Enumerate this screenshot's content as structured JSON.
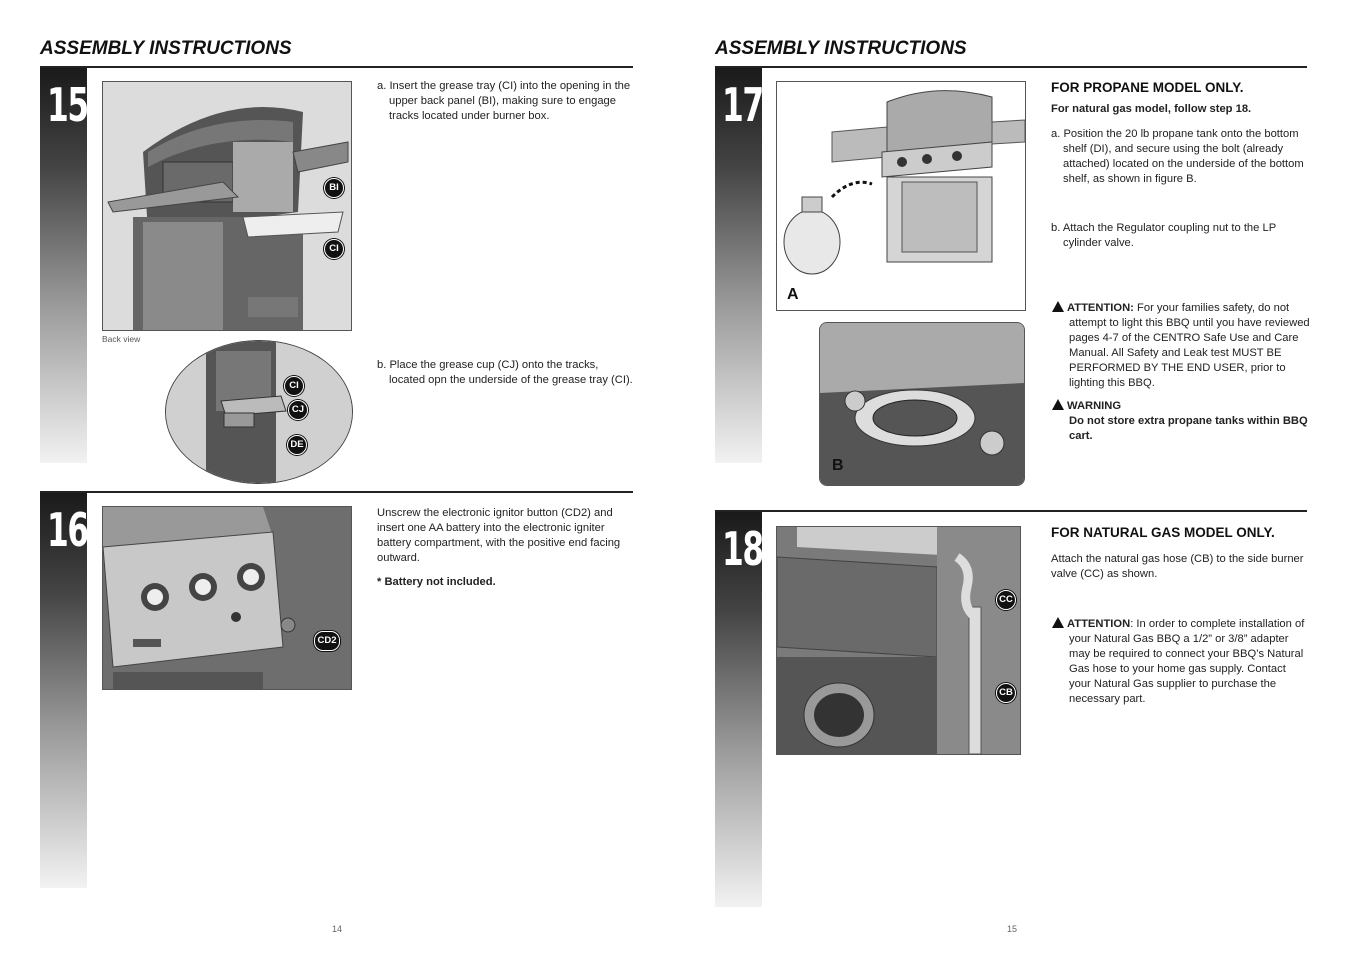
{
  "left_page": {
    "header": "ASSEMBLY INSTRUCTIONS",
    "page_number": "14",
    "step15": {
      "number": "15",
      "caption_back_view": "Back view",
      "callouts": {
        "bi": "BI",
        "ci": "CI",
        "ci2": "CI",
        "cj": "CJ",
        "de": "DE"
      },
      "instruction_a_label": "a.",
      "instruction_a": "Insert the grease tray (CI) into the opening in the upper back panel (BI), making sure to engage tracks located under burner box.",
      "instruction_b_label": "b.",
      "instruction_b": "Place the grease cup (CJ) onto the tracks, located opn the underside of the grease tray (CI)."
    },
    "step16": {
      "number": "16",
      "callouts": {
        "cd2": "CD2"
      },
      "instruction": "Unscrew the electronic ignitor button (CD2) and insert one AA battery into the electronic igniter battery compartment, with the positive end facing outward.",
      "note": "* Battery not included."
    }
  },
  "right_page": {
    "header": "ASSEMBLY INSTRUCTIONS",
    "page_number": "15",
    "step17": {
      "number": "17",
      "figure_a_label": "A",
      "figure_b_label": "B",
      "heading": "FOR PROPANE MODEL ONLY.",
      "subheading": "For natural gas model, follow step 18.",
      "instruction_a_label": "a.",
      "instruction_a": "Position the 20 lb propane tank onto the bottom shelf (DI), and secure using the bolt (already attached) located on the underside of the bottom shelf, as shown in figure B.",
      "instruction_b_label": "b.",
      "instruction_b": "Attach the Regulator coupling nut to the LP cylinder valve.",
      "attention_label": "ATTENTION:",
      "attention_text": "For your families safety, do not attempt to light this BBQ until you have reviewed pages 4-7 of the CENTRO Safe Use and Care Manual.  All Safety and Leak test MUST BE PERFORMED BY THE END USER, prior to lighting this BBQ.",
      "warning_label": "WARNING",
      "warning_text": "Do not store extra propane tanks within BBQ cart."
    },
    "step18": {
      "number": "18",
      "callouts": {
        "cc": "CC",
        "cb": "CB"
      },
      "heading": "FOR NATURAL GAS MODEL ONLY.",
      "instruction": "Attach the natural gas hose (CB) to the side burner valve (CC) as shown.",
      "attention_label": "ATTENTION",
      "attention_text": ":  In order to complete installation of your Natural Gas BBQ a 1/2” or 3/8” adapter may be required to connect your BBQ’s Natural Gas hose to your home gas supply. Contact your Natural Gas supplier to purchase the necessary part."
    }
  },
  "colors": {
    "step_bar_top": "#1a1a1a",
    "text": "#222222"
  }
}
